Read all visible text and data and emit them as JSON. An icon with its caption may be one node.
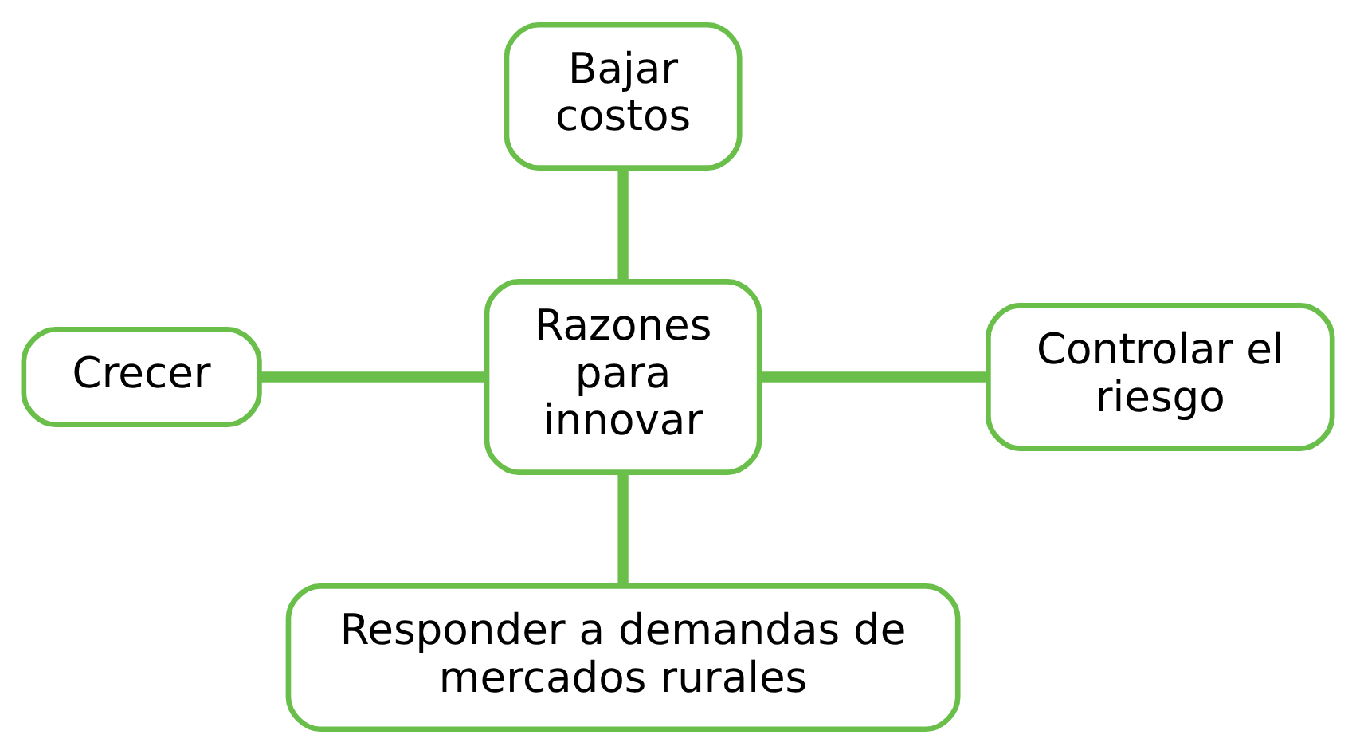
{
  "diagram": {
    "nodes": [
      {
        "text": [
          "Bajar costos"
        ]
      },
      {
        "text": [
          "Crecer"
        ]
      },
      {
        "text": [
          "Razones para innovar"
        ]
      },
      {
        "text": [
          "Controlar el riesgo"
        ]
      },
      {
        "text": [
          "Responder a demandas de mercados rurales"
        ]
      }
    ],
    "edges": [
      {
        "from": 2,
        "to": 0,
        "arrow": "none"
      },
      {
        "from": 2,
        "to": 1,
        "arrow": "none"
      },
      {
        "from": 2,
        "to": 3,
        "arrow": "none"
      },
      {
        "from": 2,
        "to": 4,
        "arrow": "none"
      }
    ]
  }
}
